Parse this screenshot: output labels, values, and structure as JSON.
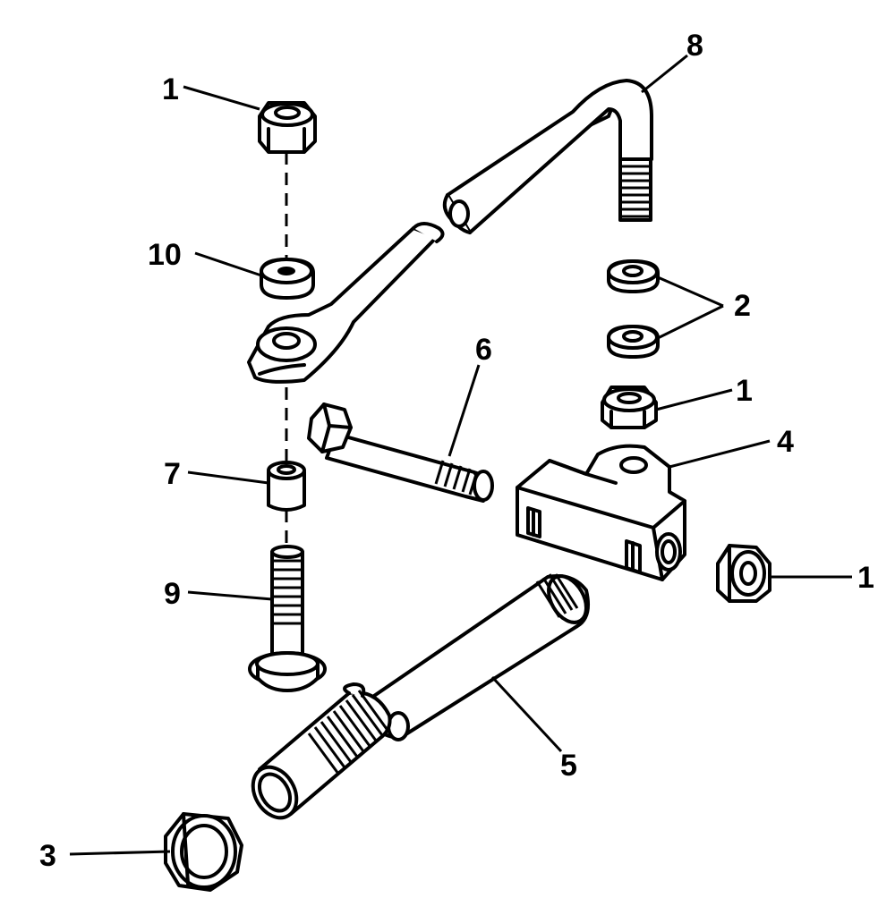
{
  "diagram": {
    "callouts": [
      {
        "id": "nut-top-left",
        "number": "1"
      },
      {
        "id": "washers",
        "number": "2"
      },
      {
        "id": "jam-nut",
        "number": "3"
      },
      {
        "id": "bracket",
        "number": "4"
      },
      {
        "id": "tube",
        "number": "5"
      },
      {
        "id": "bolt",
        "number": "6"
      },
      {
        "id": "spacer",
        "number": "7"
      },
      {
        "id": "link-rod",
        "number": "8"
      },
      {
        "id": "screw",
        "number": "9"
      },
      {
        "id": "washer-left",
        "number": "10"
      },
      {
        "id": "nut-mid-right",
        "number": "1"
      },
      {
        "id": "nut-right",
        "number": "1"
      }
    ]
  }
}
